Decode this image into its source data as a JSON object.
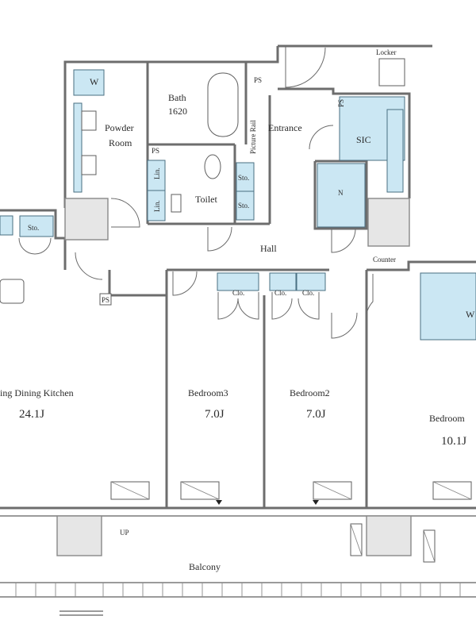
{
  "rooms": {
    "living": "ing Dining Kitchen",
    "living_area": "24.1J",
    "bedroom3": "Bedroom3",
    "bedroom3_area": "7.0J",
    "bedroom2": "Bedroom2",
    "bedroom2_area": "7.0J",
    "bedroom1": "Bedroom",
    "bedroom1_area": "10.1J",
    "powder_room_line1": "Powder",
    "powder_room_line2": "Room",
    "bath": "Bath",
    "bath_size": "1620",
    "toilet": "Toilet",
    "entrance": "Entrance",
    "hall": "Hall",
    "balcony": "Balcony",
    "sic": "SIC",
    "n": "N"
  },
  "labels": {
    "w_laundry": "W",
    "w_bedroom": "W",
    "ps1": "PS",
    "ps2": "PS",
    "ps3": "PS",
    "picture_rail": "Picture Rail",
    "locker": "Locker",
    "counter": "Counter",
    "lin1": "Lin.",
    "lin2": "Lin.",
    "sto1": "Sto.",
    "sto2": "Sto.",
    "sto3": "Sto.",
    "clo1": "Clo.",
    "clo2": "Clo.",
    "clo3": "Clo.",
    "up": "UP",
    "ps_small": "PS"
  }
}
